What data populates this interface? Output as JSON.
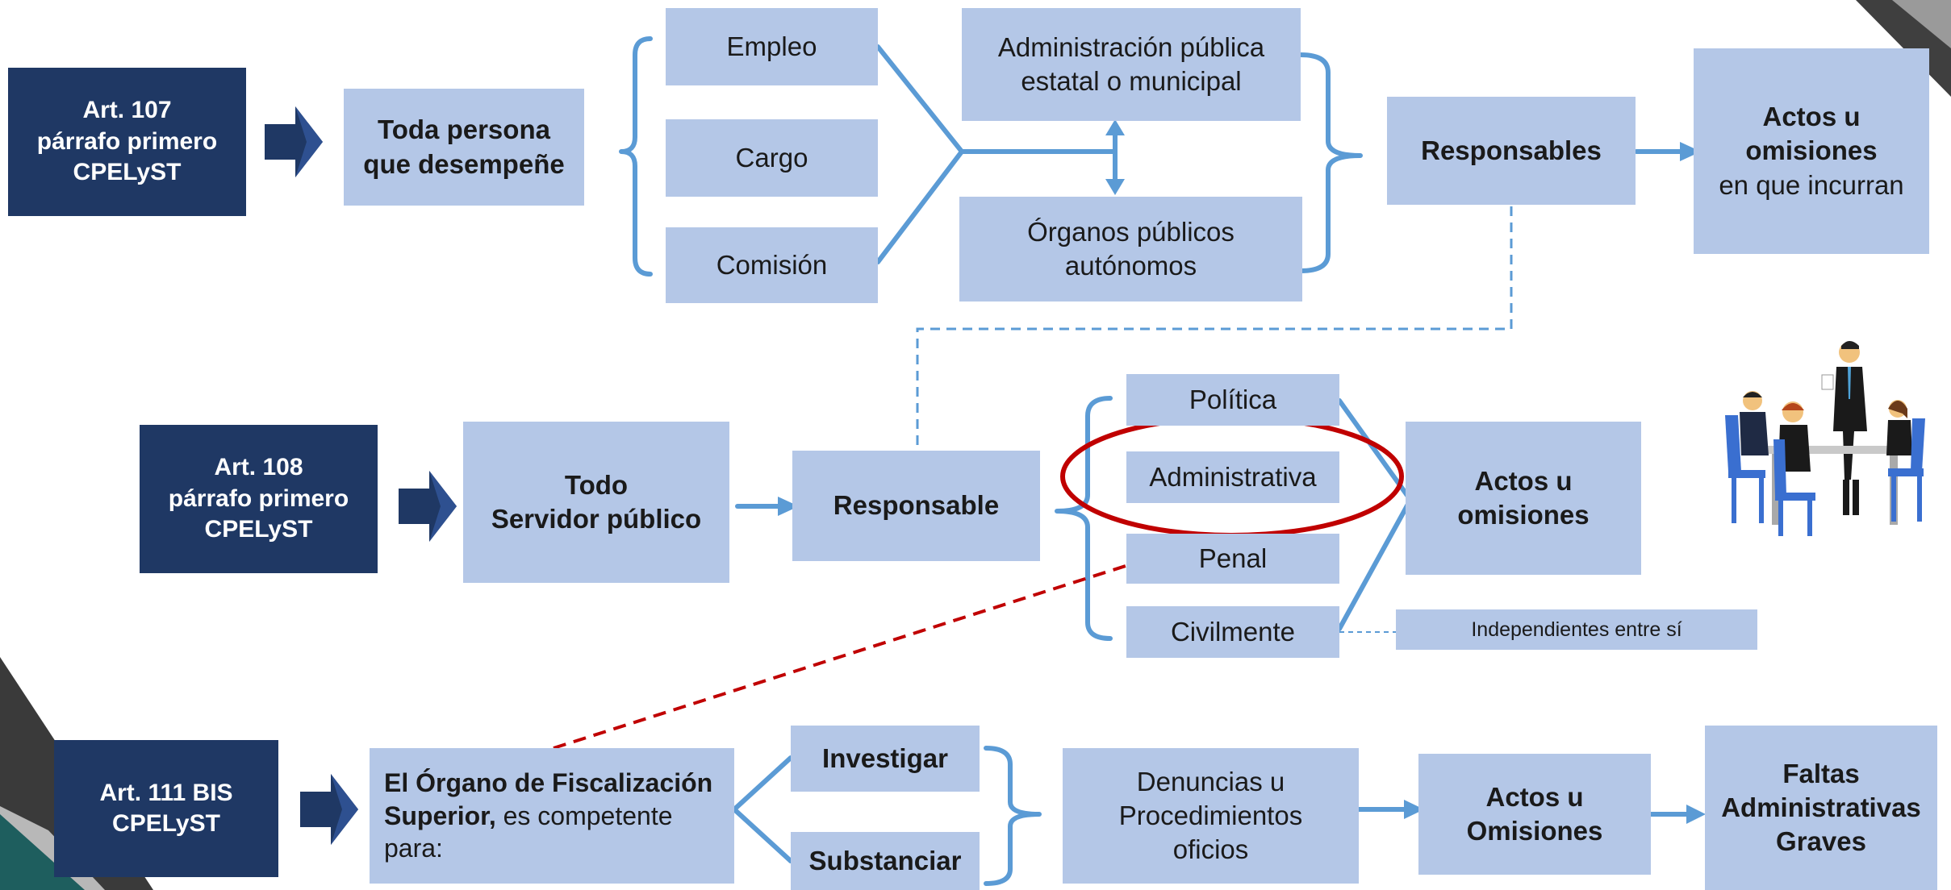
{
  "colors": {
    "dark": "#1f3864",
    "light": "#b4c7e7",
    "line": "#5b9bd5",
    "red": "#c00000",
    "deco": "#3f3f3f"
  },
  "icons": {
    "fat_arrow": "chevron-right-block-arrow-icon",
    "illustration": "business-meeting-icon"
  },
  "row1": {
    "art": [
      "Art. 107",
      "párrafo primero",
      "CPELySТ"
    ],
    "subject": [
      "Toda persona",
      "que desempeñe"
    ],
    "roles": [
      "Empleo",
      "Cargo",
      "Comisión"
    ],
    "entity1": [
      "Administración pública",
      "estatal o municipal"
    ],
    "entity2": [
      "Órganos públicos",
      "autónomos"
    ],
    "responsables": "Responsables",
    "acts": [
      "Actos u",
      "omisiones",
      "en que incurran"
    ]
  },
  "row2": {
    "art": [
      "Art. 108",
      "párrafo primero",
      "CPELySТ"
    ],
    "subject": [
      "Todo",
      "Servidor público"
    ],
    "responsable": "Responsable",
    "types": [
      "Política",
      "Administrativa",
      "Penal",
      "Civilmente"
    ],
    "acts": [
      "Actos u",
      "omisiones"
    ],
    "note": "Independientes entre sí"
  },
  "row3": {
    "art": [
      "Art. 111 BIS",
      "CPELySТ"
    ],
    "organ_bold": "El Órgano de Fiscalización Superior,",
    "organ_rest": " es competente para:",
    "actions": [
      "Investigar",
      "Substanciar"
    ],
    "denuncias": [
      "Denuncias u",
      "Procedimientos",
      "oficios"
    ],
    "acts": [
      "Actos u",
      "Omisiones"
    ],
    "faltas": [
      "Faltas",
      "Administrativas",
      "Graves"
    ]
  }
}
